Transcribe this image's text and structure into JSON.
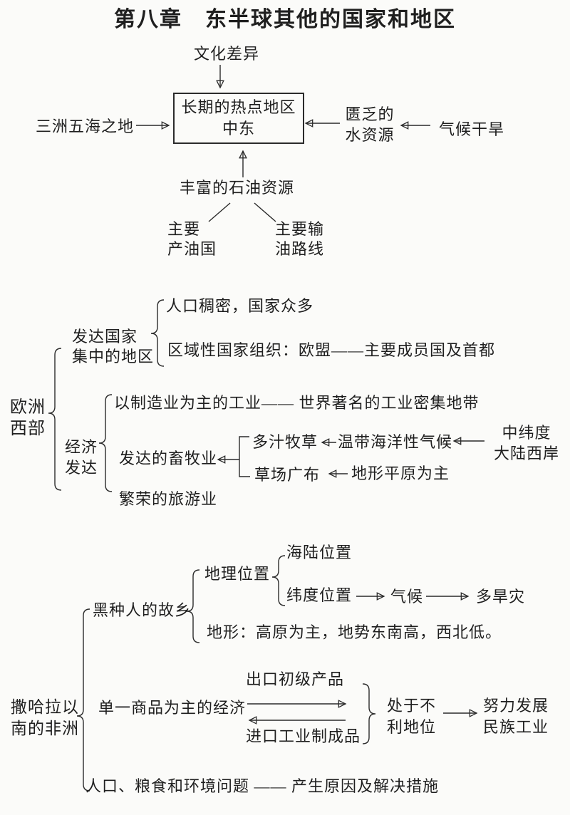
{
  "page": {
    "title": "第八章　东半球其他的国家和地区"
  },
  "middle_east": {
    "culture": "文化差异",
    "box_line1": "长期的热点地区",
    "box_line2": "中东",
    "location": "三洲五海之地",
    "water_line1": "匮乏的",
    "water_line2": "水资源",
    "dry_climate": "气候干旱",
    "oil": "丰富的石油资源",
    "producers_line1": "主要",
    "producers_line2": "产油国",
    "routes_line1": "主要输",
    "routes_line2": "油路线"
  },
  "europe": {
    "label_line1": "欧洲",
    "label_line2": "西部",
    "developed_line1": "发达国家",
    "developed_line2": "集中的地区",
    "population": "人口稠密，国家众多",
    "organization": "区域性国家组织：欧盟——主要成员国及首都",
    "economy_line1": "经济",
    "economy_line2": "发达",
    "industry": "以制造业为主的工业—— 世界著名的工业密集地带",
    "livestock": "发达的畜牧业",
    "pasture": "多汁牧草",
    "temperate_climate": "温带海洋性气候",
    "west_coast_line1": "中纬度",
    "west_coast_line2": "大陆西岸",
    "grassland": "草场广布",
    "plains": "地形平原为主",
    "tourism": "繁荣的旅游业"
  },
  "africa": {
    "label_line1": "撒哈拉以",
    "label_line2": "南的非洲",
    "homeland": "黑种人的故乡",
    "geo_position": "地理位置",
    "sea_land": "海陆位置",
    "latitude": "纬度位置",
    "climate": "气候",
    "drought": "多旱灾",
    "terrain": "地形：高原为主，地势东南高，西北低。",
    "economy": "单一商品为主的经济",
    "exports": "出口初级产品",
    "imports": "进口工业制成品",
    "disadvantage_line1": "处于不",
    "disadvantage_line2": "利地位",
    "develop_line1": "努力发展",
    "develop_line2": "民族工业",
    "problems": "人口、粮食和环境问题 —— 产生原因及解决措施"
  }
}
